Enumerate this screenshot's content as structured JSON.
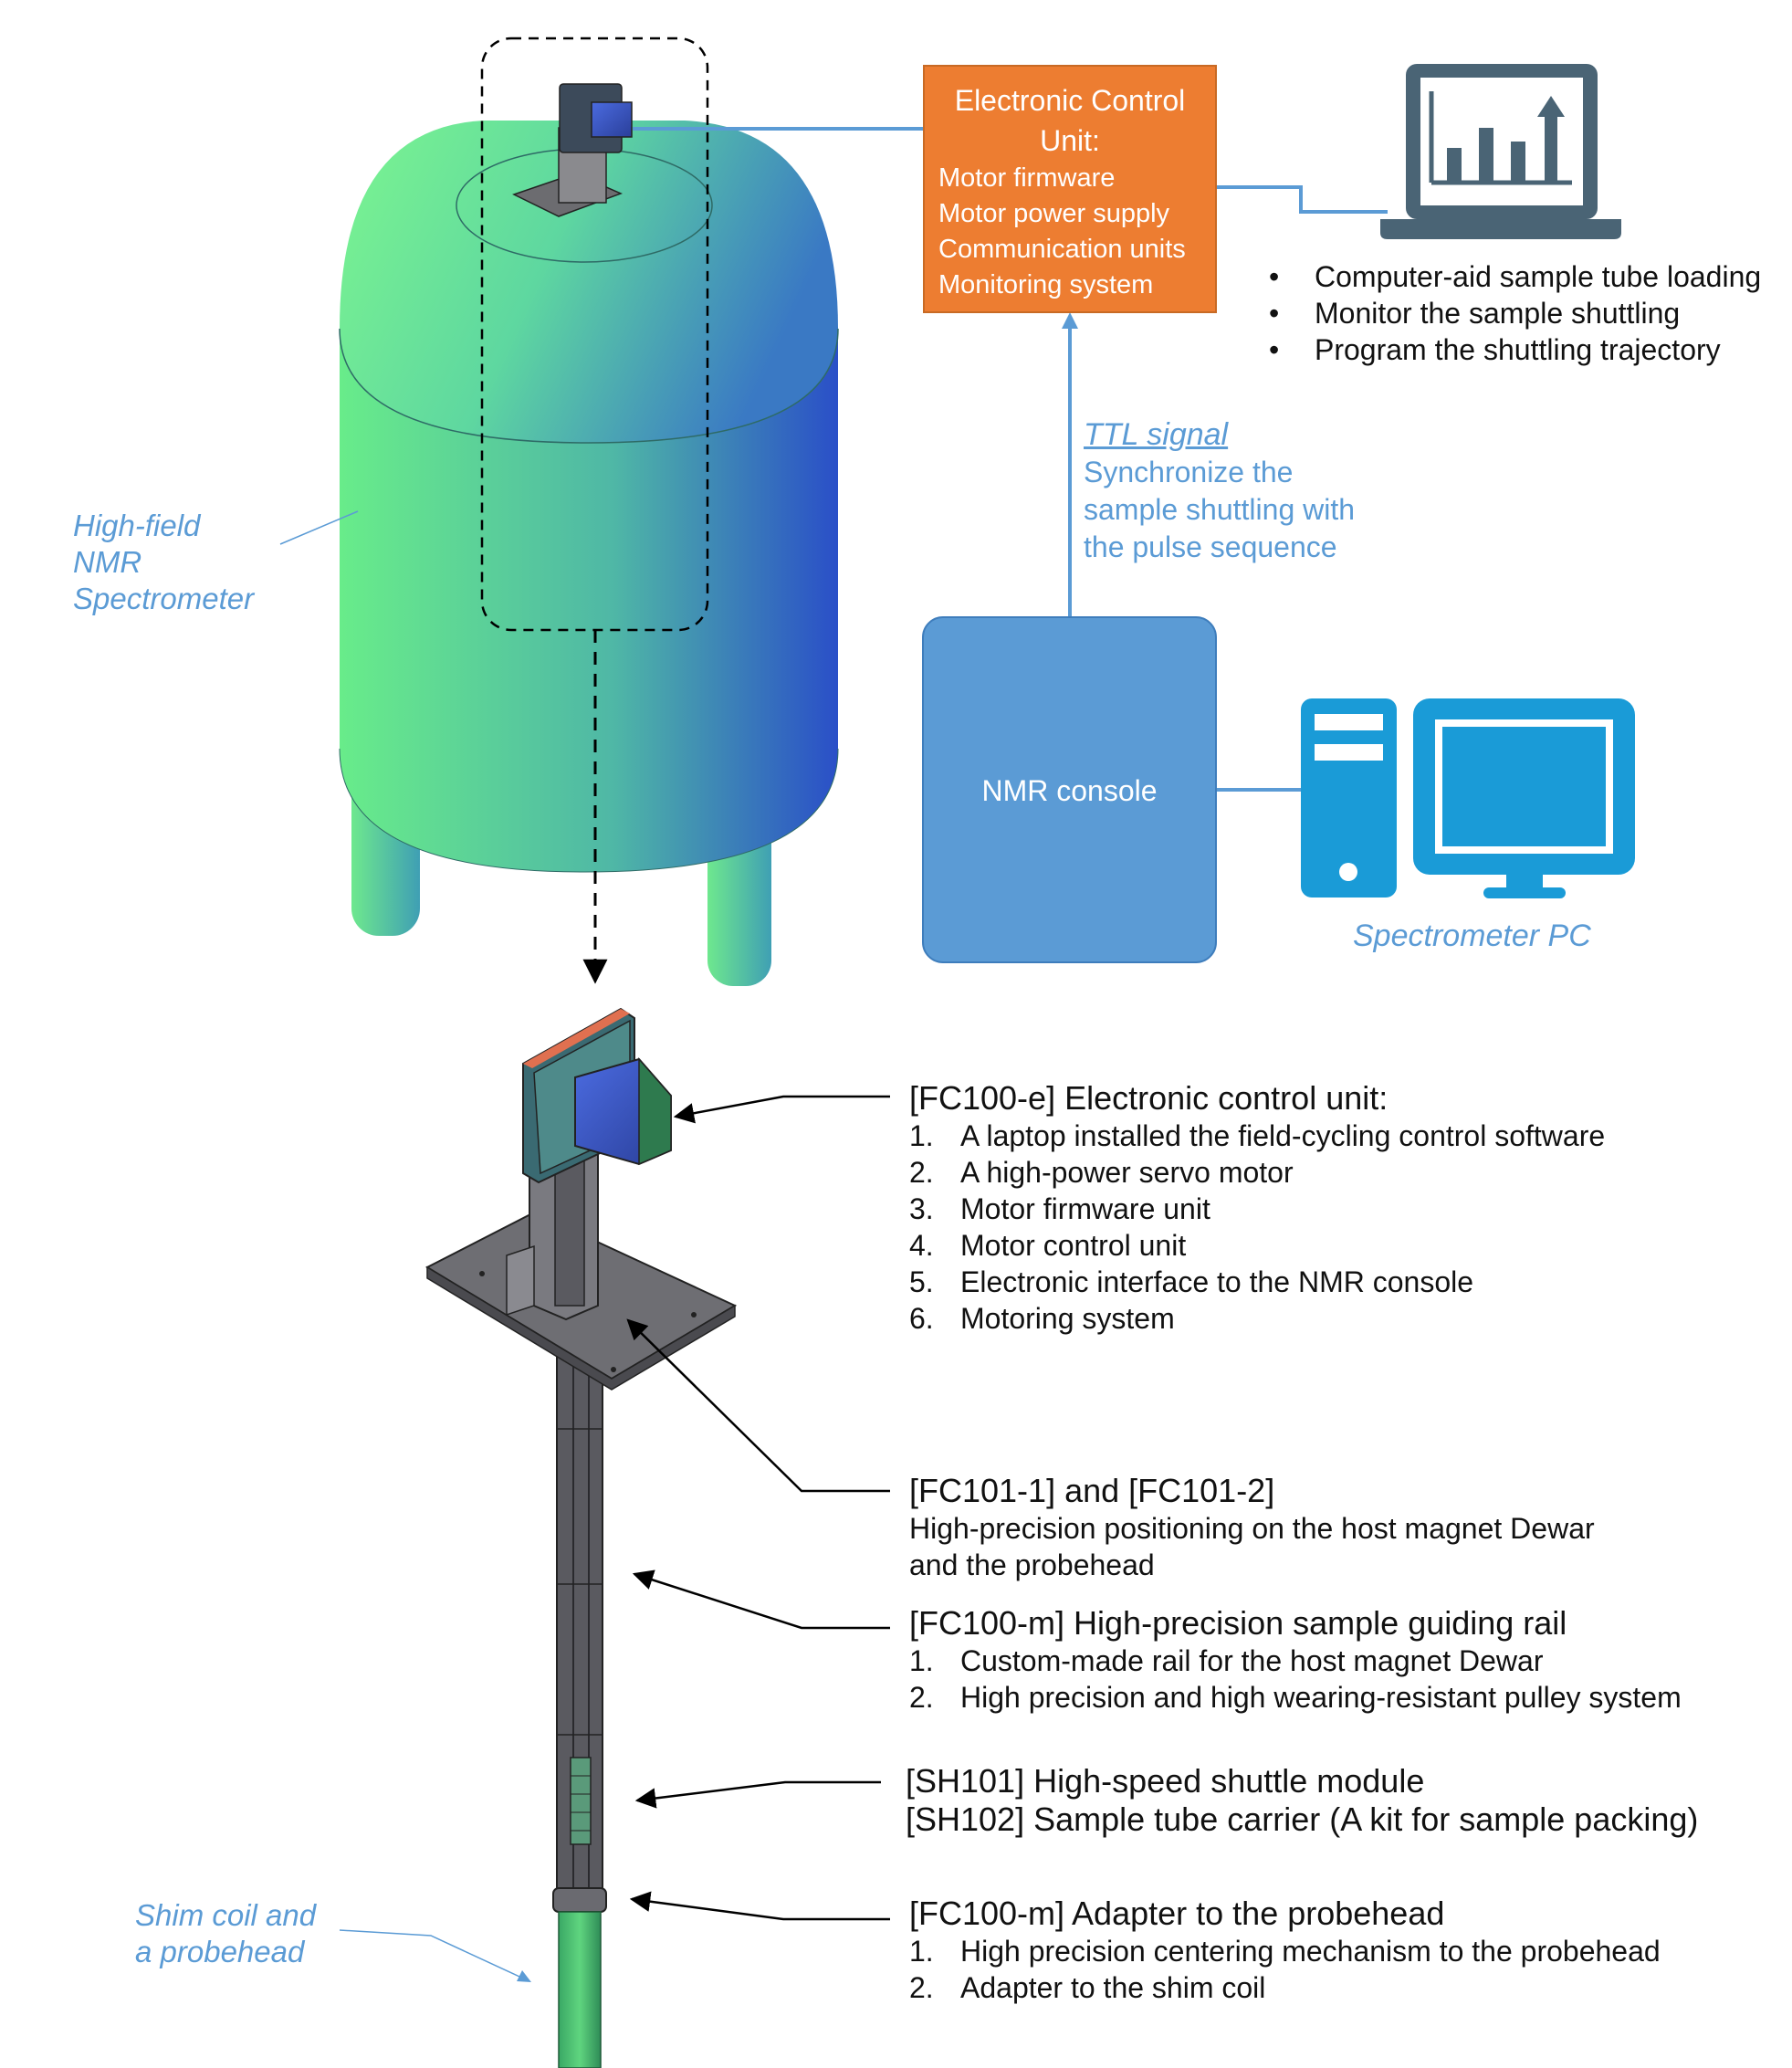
{
  "magnet_label": [
    "High-field",
    "NMR",
    "Spectrometer"
  ],
  "probe_label": [
    "Shim coil and",
    "a probehead"
  ],
  "ecu": {
    "title": [
      "Electronic Control",
      "Unit:"
    ],
    "items": [
      "Motor firmware",
      "Motor power supply",
      "Communication units",
      "Monitoring system"
    ],
    "fill": "#ed7d31"
  },
  "laptop_bullets": [
    "Computer-aid sample tube loading",
    "Monitor the sample shuttling",
    "Program the shuttling trajectory"
  ],
  "ttl": {
    "title": "TTL signal",
    "lines": [
      "Synchronize the",
      "sample shuttling with",
      "the pulse sequence"
    ]
  },
  "console": {
    "label": "NMR console",
    "fill": "#5b9bd5"
  },
  "pc_label": "Spectrometer PC",
  "annotations": [
    {
      "heading": "[FC100-e] Electronic control unit:",
      "items": [
        {
          "n": "1.",
          "text": "A laptop installed the field-cycling control software"
        },
        {
          "n": "2.",
          "text": "A high-power servo motor"
        },
        {
          "n": "3.",
          "text": "Motor firmware unit"
        },
        {
          "n": "4.",
          "text": "Motor control unit"
        },
        {
          "n": "5.",
          "text": "Electronic interface to the NMR console"
        },
        {
          "n": "6.",
          "text": "Motoring system"
        }
      ]
    },
    {
      "heading": "[FC101-1] and [FC101-2]",
      "lines": [
        "High-precision positioning on the host magnet Dewar",
        "and the probehead"
      ]
    },
    {
      "heading": "[FC100-m] High-precision sample guiding rail",
      "items": [
        {
          "n": "1.",
          "text": "Custom-made rail for the host magnet Dewar"
        },
        {
          "n": "2.",
          "text": "High precision and high wearing-resistant pulley system"
        }
      ]
    },
    {
      "heading_lines": [
        "[SH101] High-speed shuttle module",
        "[SH102] Sample tube carrier (A kit for sample packing)"
      ]
    },
    {
      "heading": "[FC100-m] Adapter to the probehead",
      "items": [
        {
          "n": "1.",
          "text": "High precision centering mechanism to the probehead"
        },
        {
          "n": "2.",
          "text": "Adapter to the shim coil"
        }
      ]
    }
  ],
  "colors": {
    "connector": "#5b9bd5",
    "pc_icon": "#1a9bd7",
    "laptop_icon": "#4a6475",
    "magnet_left": "#6ef08a",
    "magnet_right": "#2a4fc8"
  }
}
